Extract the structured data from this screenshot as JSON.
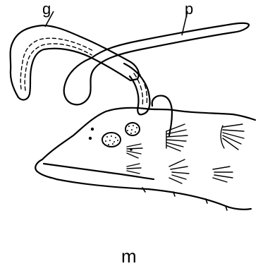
{
  "figure": {
    "labels": {
      "g": "g",
      "p": "p"
    },
    "caption": "m",
    "colors": {
      "ink": "#000000",
      "paper": "#ffffff"
    }
  }
}
